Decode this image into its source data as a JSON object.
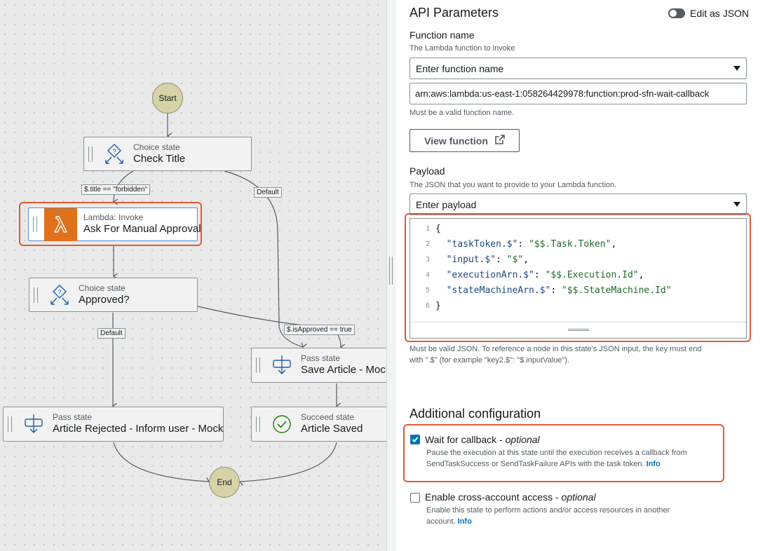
{
  "workflow": {
    "start_label": "Start",
    "end_label": "End",
    "nodes": {
      "check_title": {
        "type": "Choice state",
        "name": "Check Title"
      },
      "manual_approval": {
        "type": "Lambda: Invoke",
        "name": "Ask For Manual Approval"
      },
      "approved": {
        "type": "Choice state",
        "name": "Approved?"
      },
      "save_article": {
        "type": "Pass state",
        "name": "Save Article - Mock"
      },
      "article_rejected": {
        "type": "Pass state",
        "name": "Article Rejected - Inform user - Mock"
      },
      "article_saved": {
        "type": "Succeed state",
        "name": "Article Saved"
      }
    },
    "edge_labels": {
      "title_forbidden": "$.title == \"forbidden\"",
      "default_check": "Default",
      "default_approved": "Default",
      "is_approved": "$.isApproved == true"
    }
  },
  "panel": {
    "title": "API Parameters",
    "edit_json_label": "Edit as JSON",
    "function_name": {
      "label": "Function name",
      "description": "The Lambda function to invoke",
      "select_placeholder": "Enter function name",
      "value": "arn:aws:lambda:us-east-1:058264429978:function:prod-sfn-wait-callback",
      "hint": "Must be a valid function name."
    },
    "view_function_label": "View function",
    "payload": {
      "label": "Payload",
      "description": "The JSON that you want to provide to your Lambda function.",
      "select_placeholder": "Enter payload",
      "lines": [
        {
          "n": "1",
          "text": "{"
        },
        {
          "n": "2",
          "key": "\"taskToken.$\"",
          "val": "\"$$.Task.Token\"",
          "trail": ","
        },
        {
          "n": "3",
          "key": "\"input.$\"",
          "val": "\"$\"",
          "trail": ","
        },
        {
          "n": "4",
          "key": "\"executionArn.$\"",
          "val": "\"$$.Execution.Id\"",
          "trail": ","
        },
        {
          "n": "5",
          "key": "\"stateMachineArn.$\"",
          "val": "\"$$.StateMachine.Id\"",
          "trail": ""
        },
        {
          "n": "6",
          "text": "}"
        }
      ],
      "hint_line1": "Must be valid JSON. To reference a node in this state's JSON input, the key must end",
      "hint_line2": "with \".$\" (for example \"key2.$\": \"$.inputValue\")."
    },
    "additional": {
      "title": "Additional configuration",
      "wait_callback": {
        "label": "Wait for callback - ",
        "optional": "optional",
        "checked": true,
        "desc_line1": "Pause the execution at this state until the execution receives a callback from",
        "desc_line2": "SendTaskSuccess or SendTaskFailure APIs with the task token. ",
        "info": "Info"
      },
      "cross_account": {
        "label": "Enable cross-account access - ",
        "optional": "optional",
        "checked": false,
        "desc_line1": "Enable this state to perform actions and/or access resources in another",
        "desc_line2": "account. ",
        "info": "Info"
      }
    }
  },
  "colors": {
    "highlight": "#e35a36",
    "lambda_orange": "#e0701a",
    "link_blue": "#0073bb",
    "terminal_fill": "#d7d3a8"
  }
}
